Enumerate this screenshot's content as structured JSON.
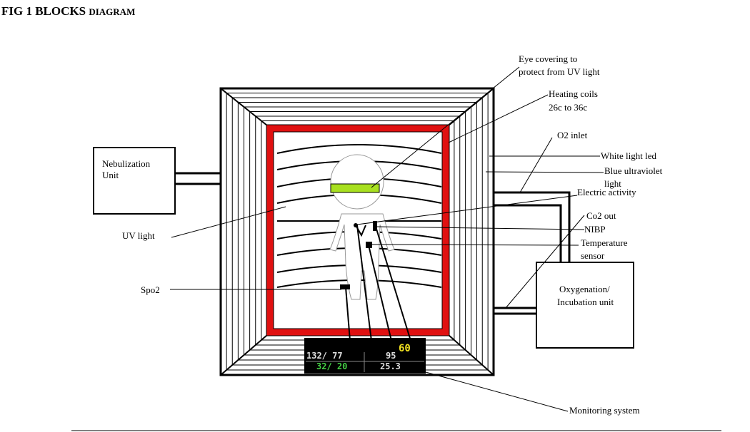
{
  "title": {
    "main": "FIG 1 BLOCKS",
    "sub": "DIAGRAM"
  },
  "labels": {
    "nebulization": [
      "Nebulization",
      "Unit"
    ],
    "uv_light": "UV light",
    "spo2": "Spo2",
    "eye_covering": [
      "Eye covering to",
      "protect from UV light"
    ],
    "heating_coils": [
      "Heating coils",
      "26c to 36c"
    ],
    "o2_inlet": "O2  inlet",
    "white_light": "White light led",
    "blue_uv": [
      "Blue ultraviolet",
      "light"
    ],
    "electric_activity": "Electric activity",
    "co2_out": "Co2 out",
    "nibp": "NIBP",
    "temperature": [
      "Temperature",
      "sensor"
    ],
    "oxygenation": [
      "Oxygenation/",
      "Incubation unit"
    ],
    "monitoring": "Monitoring system"
  },
  "monitor": {
    "hr": "60",
    "bp": "132/ 77",
    "spo2": "95",
    "resp": "32/ 20",
    "temp": "25.3"
  },
  "colors": {
    "frame": "#e01010",
    "eye_cover": "#a8e020",
    "monitor_bg": "#000000"
  }
}
